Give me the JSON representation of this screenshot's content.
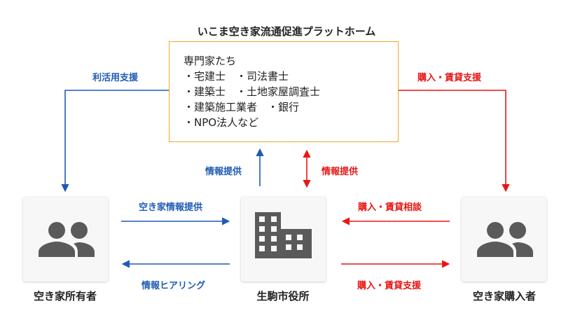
{
  "title": "いこま空き家流通促進プラットホーム",
  "platform": {
    "heading": "専門家たち",
    "rows": [
      "・宅建士　・司法書士",
      "・建築士　・土地家屋調査士",
      "・建築施工業者　・銀行",
      "・NPO法人など"
    ]
  },
  "nodes": {
    "owner": "空き家所有者",
    "city": "生駒市役所",
    "buyer": "空き家購入者"
  },
  "edges": {
    "platform_to_owner": "利活用支援",
    "platform_to_buyer": "購入・賃貸支援",
    "city_to_platform": "情報提供",
    "city_platform_mutual": "情報提供",
    "owner_to_city": "空き家情報提供",
    "city_to_owner": "情報ヒアリング",
    "buyer_to_city": "購入・賃貸相談",
    "city_to_buyer": "購入・賃貸支援"
  },
  "colors": {
    "blue": "#1e5bb5",
    "red": "#e81616",
    "box_border": "#f2a72a",
    "icon": "#5a5a5a"
  },
  "icons": {
    "owner": "people-icon",
    "city": "building-icon",
    "buyer": "people-icon"
  }
}
